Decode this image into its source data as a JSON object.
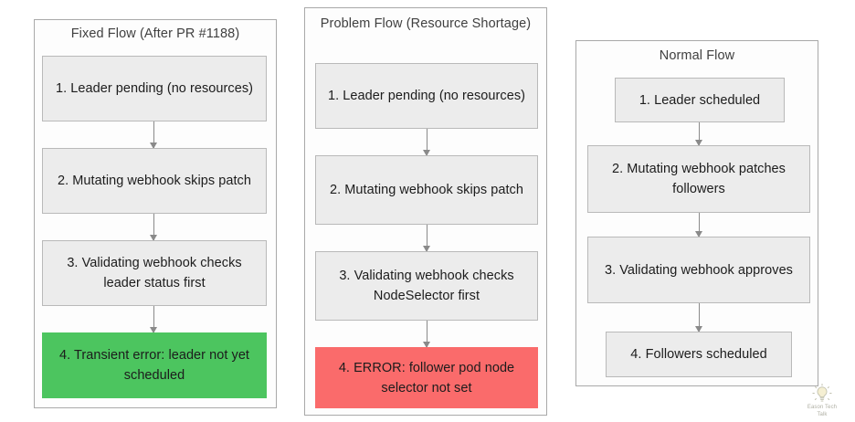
{
  "diagram": {
    "type": "flowchart-comparison",
    "background_color": "#ffffff",
    "node_fill": "#ececec",
    "node_border": "#b9b9b9",
    "panel_border": "#a9a9a9",
    "success_color": "#4cc55f",
    "error_color": "#fa6b6b",
    "arrow_color": "#8a8a8a"
  },
  "panels": [
    {
      "id": "fixed-flow",
      "title": "Fixed Flow (After PR #1188)",
      "nodes": [
        {
          "label": "1. Leader pending (no resources)",
          "state": "normal"
        },
        {
          "label": "2. Mutating webhook skips patch",
          "state": "normal"
        },
        {
          "label": "3. Validating webhook checks leader status first",
          "state": "normal"
        },
        {
          "label": "4. Transient error: leader not yet scheduled",
          "state": "success"
        }
      ]
    },
    {
      "id": "problem-flow",
      "title": "Problem Flow (Resource Shortage)",
      "nodes": [
        {
          "label": "1. Leader pending (no resources)",
          "state": "normal"
        },
        {
          "label": "2. Mutating webhook skips patch",
          "state": "normal"
        },
        {
          "label": "3. Validating webhook checks NodeSelector first",
          "state": "normal"
        },
        {
          "label": "4. ERROR: follower pod node selector not set",
          "state": "error"
        }
      ]
    },
    {
      "id": "normal-flow",
      "title": "Normal Flow",
      "nodes": [
        {
          "label": "1. Leader scheduled",
          "state": "normal"
        },
        {
          "label": "2. Mutating webhook patches followers",
          "state": "normal"
        },
        {
          "label": "3. Validating webhook approves",
          "state": "normal"
        },
        {
          "label": "4. Followers scheduled",
          "state": "normal"
        }
      ]
    }
  ],
  "watermark": {
    "line1": "Eason Tech",
    "line2": "Talk",
    "icon": "lightbulb-icon"
  }
}
